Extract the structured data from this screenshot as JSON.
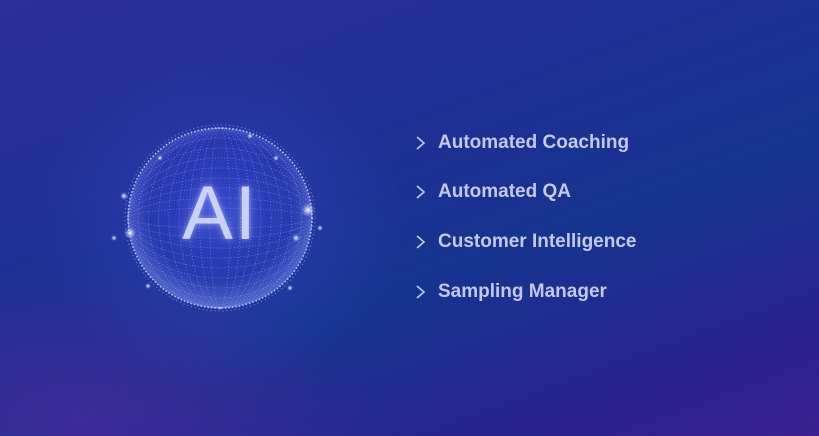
{
  "hero": {
    "badge_text": "AI",
    "accent_color": "#c4c8ff",
    "sphere_color": "#5b6cff"
  },
  "features": [
    {
      "label": "Automated Coaching",
      "icon": "arrow-right-icon"
    },
    {
      "label": "Automated QA",
      "icon": "arrow-right-icon"
    },
    {
      "label": "Customer Intelligence",
      "icon": "arrow-right-icon"
    },
    {
      "label": "Sampling Manager",
      "icon": "arrow-right-icon"
    }
  ]
}
